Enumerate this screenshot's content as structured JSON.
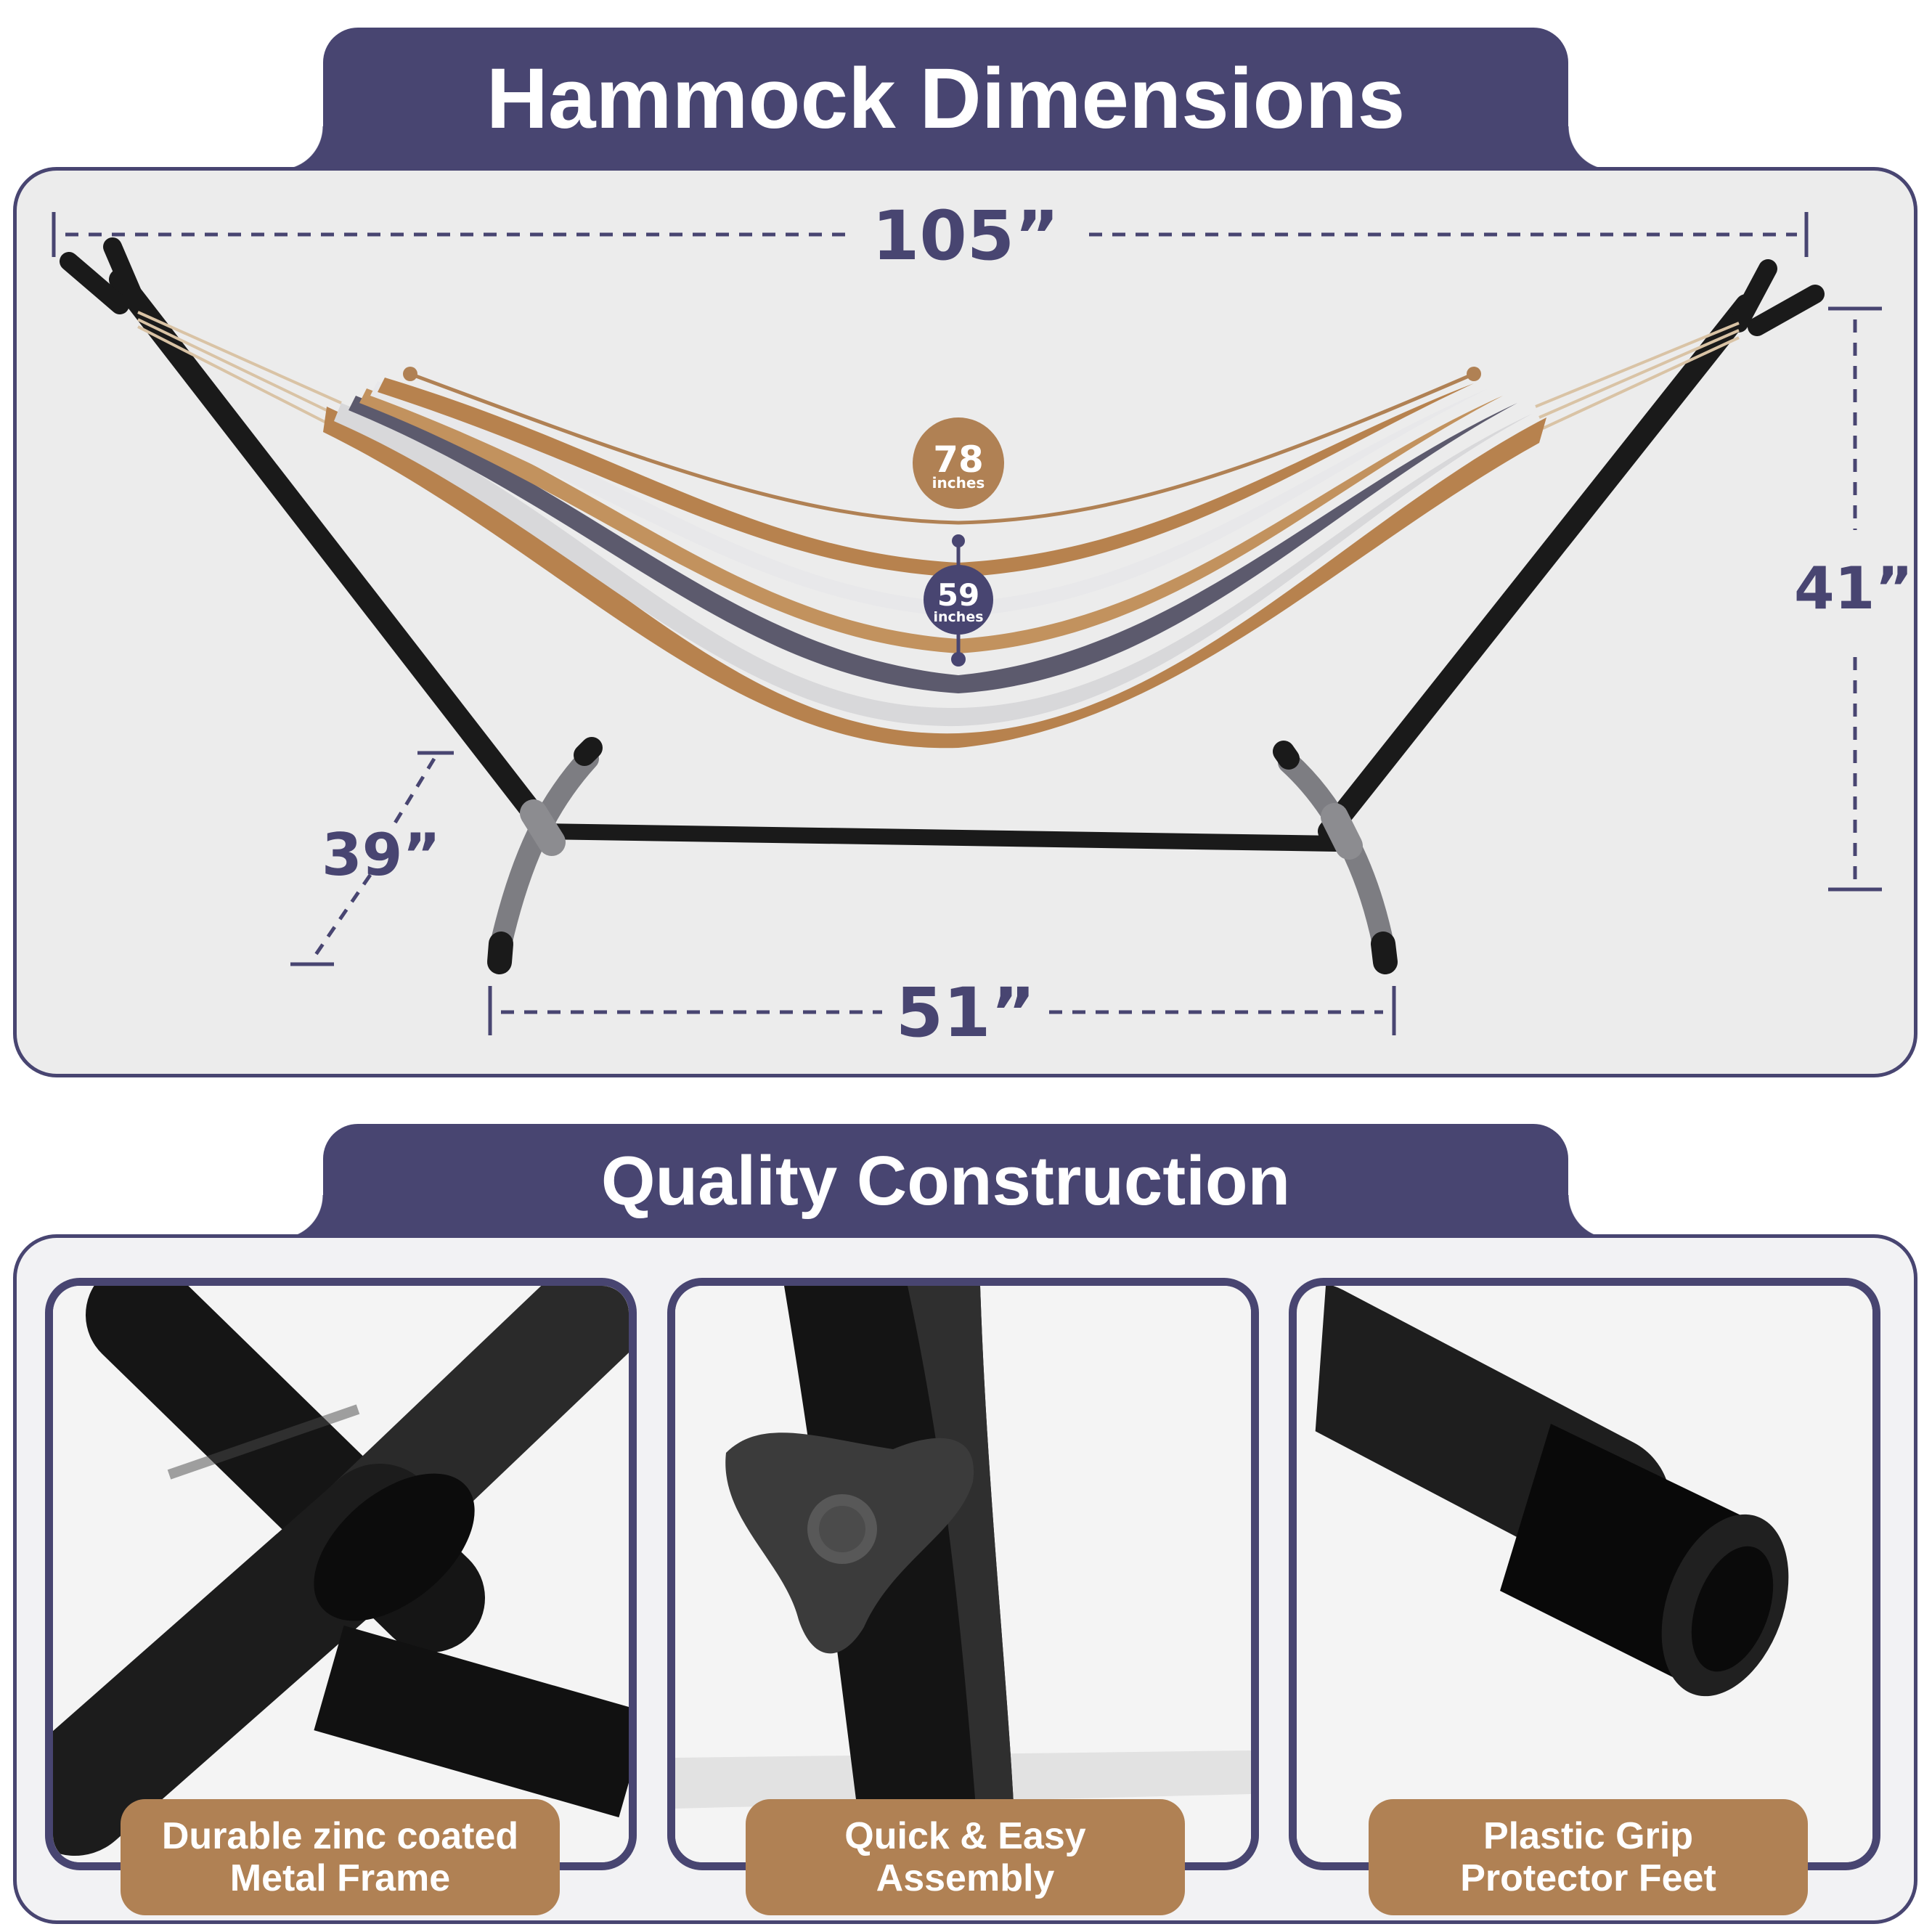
{
  "sections": {
    "dimensions_title": "Hammock Dimensions",
    "construction_title": "Quality Construction"
  },
  "dimensions": {
    "overall_length": "105”",
    "height": "41”",
    "depth": "39”",
    "base_width": "51”",
    "bed_length": {
      "value": "78",
      "unit": "inches"
    },
    "bed_width": {
      "value": "59",
      "unit": "inches"
    }
  },
  "features": [
    {
      "line1": "Durable zinc coated",
      "line2": "Metal Frame"
    },
    {
      "line1": "Quick & Easy",
      "line2": "Assembly"
    },
    {
      "line1": "Plastic Grip",
      "line2": "Protector Feet"
    }
  ],
  "colors": {
    "brand_navy": "#484571",
    "accent_tan": "#b08154",
    "panel_bg": "#ececec"
  }
}
